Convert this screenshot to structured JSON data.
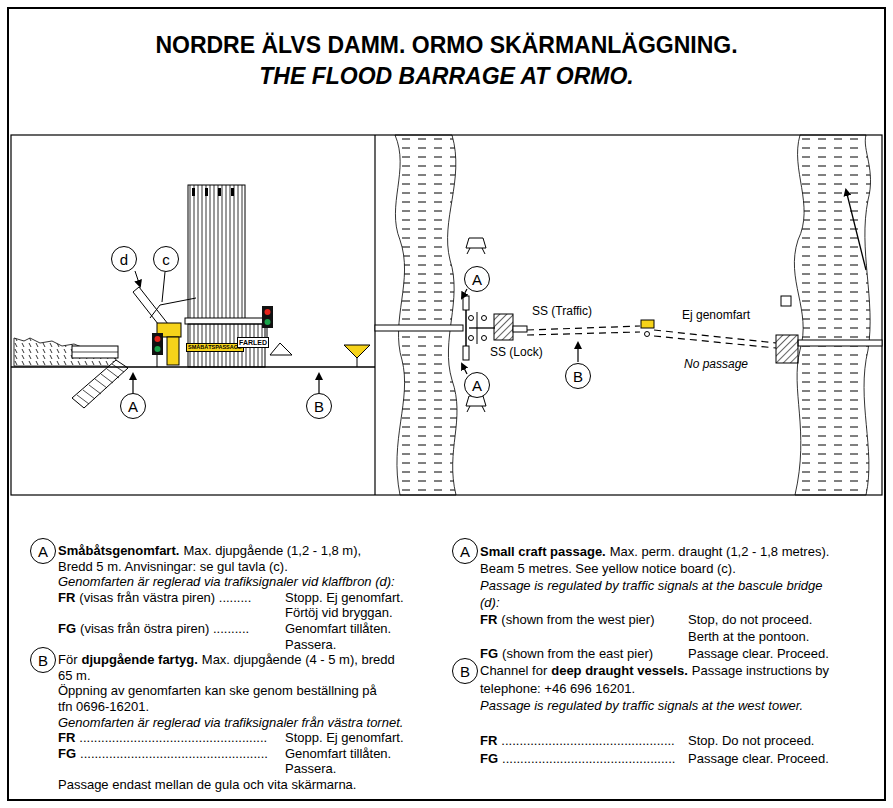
{
  "diagram": {
    "title": "NORDRE ÄLVS DAMM. ORMO SKÄRMANLÄGGNING.",
    "nodes": [
      {
        "text": [
          "d"
        ]
      },
      {
        "text": [
          "c"
        ]
      },
      {
        "text": [
          "SMÅBÅTSPASSAGE"
        ]
      },
      {
        "text": [
          "FARLED"
        ]
      },
      {
        "text": [
          "A"
        ]
      },
      {
        "text": [
          "B"
        ]
      },
      {
        "text": [
          "A"
        ]
      },
      {
        "text": [
          "A"
        ]
      },
      {
        "text": [
          "B"
        ]
      },
      {
        "text": [
          "A"
        ]
      },
      {
        "text": [
          "B"
        ]
      },
      {
        "text": [
          "A"
        ]
      },
      {
        "text": [
          "B"
        ]
      }
    ],
    "labels": [
      "THE FLOOD BARRAGE AT ORMO.",
      "SS (Traffic)",
      "SS (Lock)",
      "Ej genomfart",
      "No passage",
      "Småbåtsgenomfart.",
      "Max. djupgående (1,2 - 1,8 m), Bredd 5 m. Anvisningar: se gul tavla (c).",
      "Genomfarten är reglerad via trafiksignaler vid klaffbron (d):",
      "FR",
      "(visas från västra piren) .........",
      "Stopp. Ej genomfart.",
      "Förtöj vid bryggan.",
      "FG",
      "(visas från östra piren) ..........",
      "Genomfart tillåten.",
      "Passera.",
      "För",
      "djupgående fartyg.",
      "Max. djupgående (4 - 5 m), bredd 65 m.",
      "Öppning av genomfarten kan ske genom beställning på tfn 0696-16201.",
      "Genomfarten är reglerad via trafiksignaler från västra tornet.",
      "FR",
      "....................................................",
      "Stopp. Ej genomfart.",
      "FG",
      "....................................................",
      "Genomfart tillåten.",
      "Passera.",
      "Passage endast mellan de gula och vita skärmarna.",
      "Small craft passage.",
      "Max. perm. draught (1,2 - 1,8 metres). Beam 5 metres. See yellow notice board (c).",
      "Passage is regulated by traffic signals at the bascule bridge (d):",
      "FR",
      "(shown from the west pier)",
      "Stop, do not proceed.",
      "Berth at the pontoon.",
      "FG",
      "(shown from the east pier)",
      "Passage clear. Proceed.",
      "Channel for",
      "deep draught vessels.",
      "Passage instructions by telephone: +46 696 16201.",
      "Passage is regulated by traffic signals at the west tower.",
      "FR",
      "................................................",
      "Stop. Do not proceed.",
      "FG",
      "................................................",
      "Passage clear. Proceed."
    ]
  }
}
